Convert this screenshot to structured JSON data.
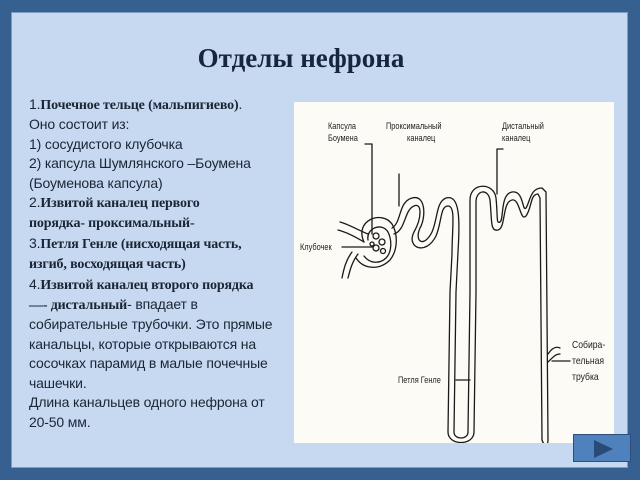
{
  "slide": {
    "title": "Отделы нефрона",
    "body": {
      "p1_num": "1.",
      "p1_bold": "Почечное тельце (мальпигиево)",
      "p1_end": ".",
      "p1_line2": "Оно состоит из:",
      "p1_line3": "1) сосудистого клубочка",
      "p1_line4": "2) капсула Шумлянского –Боумена",
      "p1_line5": "(Боуменова  капсула)",
      "p2_num": "2.",
      "p2_bold_a": "Извитой каналец первого",
      "p2_bold_b": "порядка- проксимальный-",
      "p3_num": "3.",
      "p3_bold_a": "Петля Генле (нисходящая часть,",
      "p3_bold_b": "изгиб, восходящая часть)",
      "p4_num": "4.",
      "p4_bold_a": "Извитой каналец второго порядка",
      "p4_bold_b": "—- дистальный",
      "p4_rest_b": "- впадает в",
      "p4_line3": "собирательные трубочки. Это прямые",
      "p4_line4": "канальцы, которые открываются на",
      "p4_line5": "сосочках парамид в малые почечные",
      "p4_line6": "чашечки.",
      "p5_line1": "Длина канальцев одного нефрона от",
      "p5_line2": "20-50 мм."
    },
    "figure": {
      "labels": {
        "capsule_a": "Капсула",
        "capsule_b": "Боумена",
        "proximal_a": "Проксимальный",
        "proximal_b": "каналец",
        "distal_a": "Дистальный",
        "distal_b": "каналец",
        "glomerulus": "Клубочек",
        "loop": "Петля Генле",
        "collecting_a": "Собира-",
        "collecting_b": "тельная",
        "collecting_c": "трубка"
      }
    },
    "nav": {
      "next_icon": "play-next-icon"
    }
  },
  "colors": {
    "frame": "#35608F",
    "panel": "#C6D9F0",
    "title": "#17253D",
    "button": "#4F81BD"
  }
}
